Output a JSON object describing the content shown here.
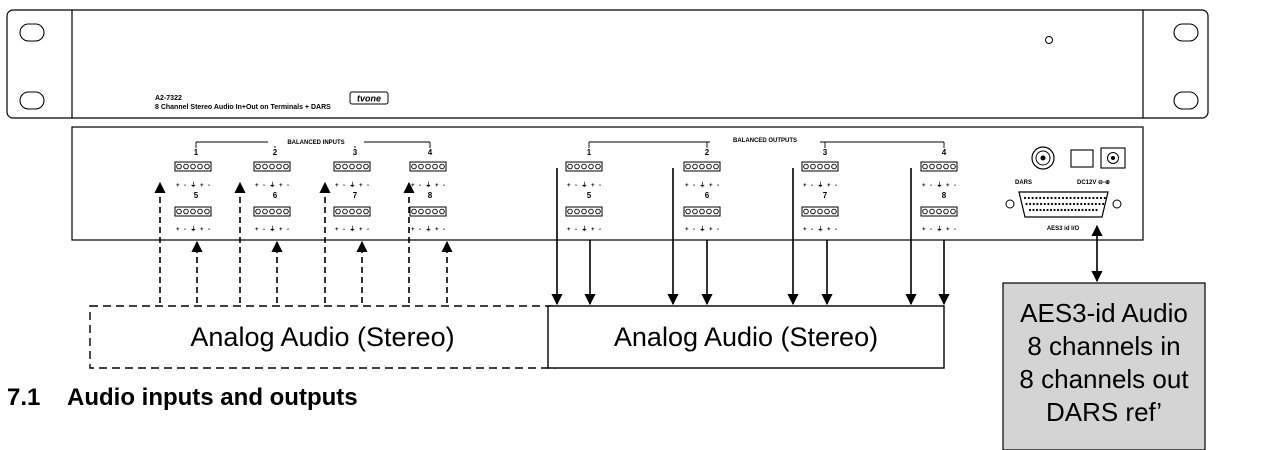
{
  "front_panel": {
    "model": "A2-7322",
    "description": "8 Channel Stereo Audio In+Out on Terminals + DARS",
    "brand": "tvone"
  },
  "rear_panel": {
    "inputs_title": "BALANCED INPUTS",
    "outputs_title": "BALANCED OUTPUTS",
    "top_channels": [
      "1",
      "2",
      "3",
      "4"
    ],
    "bottom_channels": [
      "5",
      "6",
      "7",
      "8"
    ],
    "pin_labels": "+ - ⏚ + -",
    "dars_label": "DARS",
    "dc_label": "DC12V ⊖-⊕",
    "aes_io_label": "AES3 id I/O"
  },
  "labels": {
    "analog_in": "Analog Audio (Stereo)",
    "analog_out": "Analog Audio (Stereo)",
    "aes_box": [
      "AES3-id Audio",
      "8 channels in",
      "8 channels out",
      "DARS ref’"
    ]
  },
  "section": {
    "number": "7.1",
    "title": "Audio inputs and outputs"
  }
}
